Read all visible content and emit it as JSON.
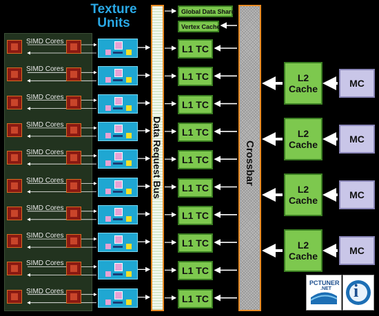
{
  "diagram": {
    "texture_units_title": "Texture\nUnits",
    "simd_label": "SIMD Cores",
    "l1_label": "L1 TC",
    "l2_label": "L2\nCache",
    "mc_label": "MC",
    "global_data_share": "Global Data Share",
    "vertex_cache": "Vertex Cache",
    "data_request_bus": "Data Request Bus",
    "crossbar": "Crossbar",
    "simd_rows": 10,
    "l2_count": 4
  },
  "logos": {
    "pctuner": "PCTUNER",
    "pctuner_sub": ".NET",
    "info_glyph": "i"
  },
  "colors": {
    "background": "#000000",
    "title_blue": "#2aa9e6",
    "green_block": "#7dc84e",
    "mc_block": "#c9c6e8",
    "orange_border": "#e88a23"
  }
}
